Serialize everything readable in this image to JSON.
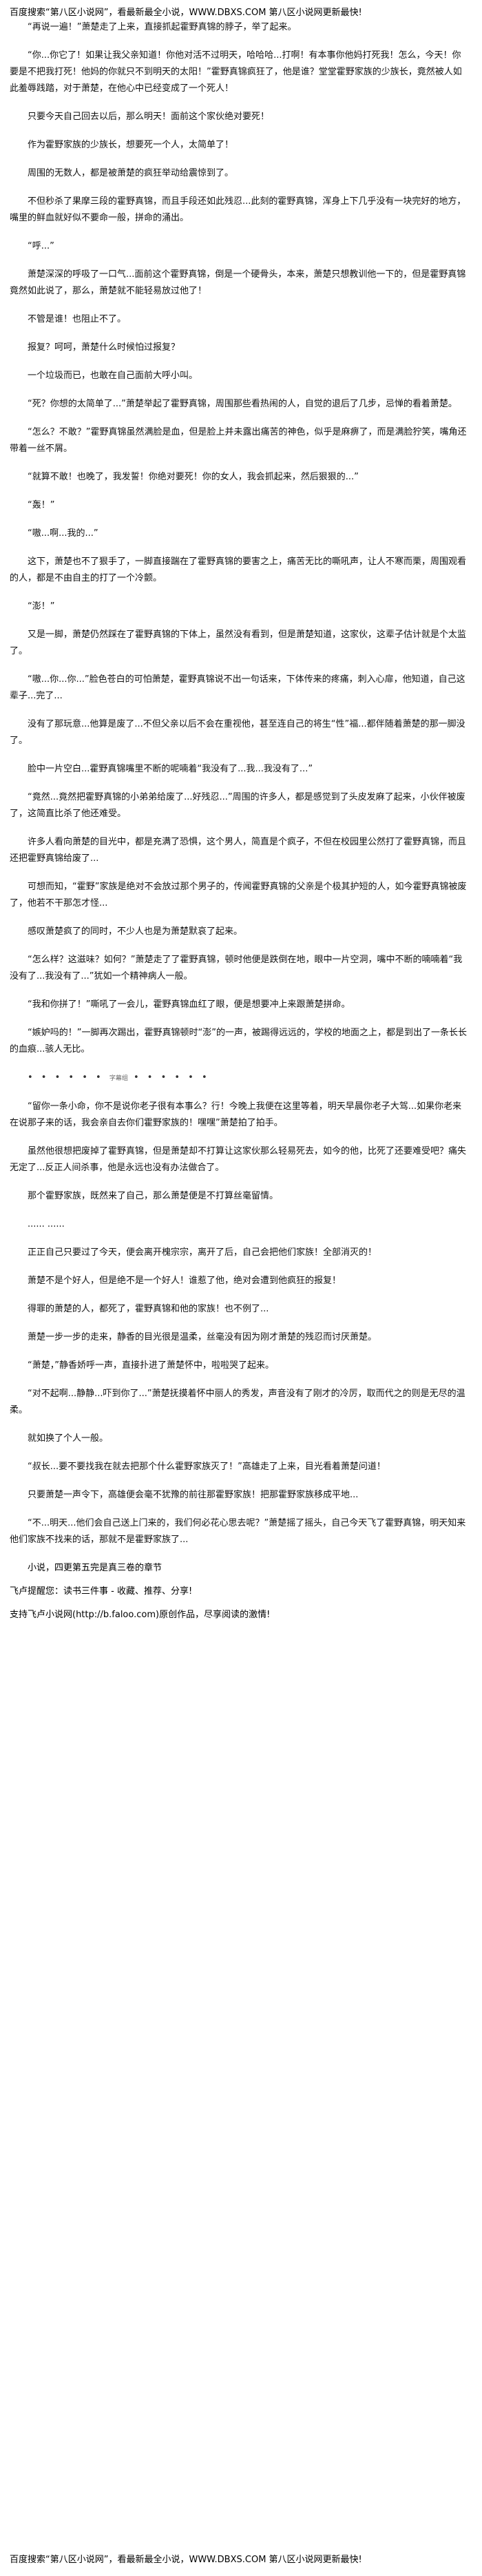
{
  "ad": {
    "top": "百度搜索“第八区小说网”，看最新最全小说，WWW.DBXS.COM  第八区小说网更新最快!",
    "bottom": "百度搜索“第八区小说网”，看最新最全小说，WWW.DBXS.COM  第八区小说网更新最快!"
  },
  "paragraphs_part1": [
    "“再说一遍！”萧楚走了上来，直接抓起霍野真锦的脖子，举了起来。",
    "“你...你它了！如果让我父亲知道！你他对活不过明天，哈哈哈...打啊！有本事你他妈打死我！怎么，今天！你要是不把我打死！他妈的你就只不到明天的太阳！”霍野真锦疯狂了，他是谁？堂堂霍野家族的少族长，竟然被人如此羞辱践踏，对于萧楚，在他心中已经变成了一个死人！",
    "只要今天自己回去以后，那么明天！面前这个家伙绝对要死！",
    "作为霍野家族的少族长，想要死一个人，太简单了！",
    "周围的无数人，都是被萧楚的疯狂举动给震惊到了。",
    "不但秒杀了果摩三段的霍野真锦，而且手段还如此残忍...此刻的霍野真锦，浑身上下几乎没有一块完好的地方，嘴里的鲜血就好似不要命一般，拼命的涌出。",
    "“呼...”",
    "萧楚深深的呼吸了一口气...面前这个霍野真锦，倒是一个硬骨头，本来，萧楚只想教训他一下的，但是霍野真锦竟然如此说了，那么，萧楚就不能轻易放过他了！",
    "不管是谁！也阻止不了。",
    "报复？呵呵，萧楚什么时候怕过报复？",
    "一个垃圾而已，也敢在自己面前大呼小叫。",
    "“死？你想的太简单了...”萧楚举起了霍野真锦，周围那些看热闹的人，自觉的退后了几步，忌惮的看着萧楚。",
    "“怎么？不敢？”霍野真锦虽然满脸是血，但是脸上并未露出痛苦的神色，似乎是麻痹了，而是满脸狞笑，嘴角还带着一丝不屑。",
    "“就算不敢！也晚了，我发誓！你绝对要死！你的女人，我会抓起来，然后狠狠的...”",
    "“轰！”",
    "“嗷...啊...我的...”",
    "这下，萧楚也不了狠手了，一脚直接踹在了霍野真锦的要害之上，痛苦无比的嘶吼声，让人不寒而栗，周围观看的人，都是不由自主的打了一个冷颤。",
    "“澎！”",
    "又是一脚，萧楚仍然踩在了霍野真锦的下体上，虽然没有看到，但是萧楚知道，这家伙，这辈子估计就是个太监了。",
    "“嗷...你...你...”脸色苍白的可怕萧楚，霍野真锦说不出一句话来，下体传来的疼痛，刺入心扉，他知道，自己这辈子...完了...",
    "没有了那玩意...他算是废了...不但父亲以后不会在重视他，甚至连自己的将生“性”福...都伴随着萧楚的那一脚没了。",
    "脸中一片空白...霍野真锦嘴里不断的呢喃着“我没有了...我...我没有了...”",
    "“竟然...竟然把霍野真锦的小弟弟给废了...好残忍...”周围的许多人，都是感觉到了头皮发麻了起来，小伙伴被废了，这简直比杀了他还难受。",
    "许多人看向萧楚的目光中，都是充满了恐惧，这个男人，简直是个疯子，不但在校园里公然打了霍野真锦，而且还把霍野真锦给废了...",
    "可想而知，“霍野”家族是绝对不会放过那个男子的，传闻霍野真锦的父亲是个极其护短的人，如今霍野真锦被废了，他若不干那怎才怪...",
    "感叹萧楚疯了的同时，不少人也是为萧楚默哀了起来。",
    "“怎么样？这滋味？如何？”萧楚走了了霍野真锦，顿时他便是跌倒在地，眼中一片空洞，嘴中不断的喃喃着“我没有了...我没有了...”犹如一个精神病人一般。",
    "“我和你拼了！”嘶吼了一会儿，霍野真锦血红了眼，便是想要冲上来跟萧楚拼命。",
    "“嫉妒吗的！”一脚再次踢出，霍野真锦顿时“澎”的一声，被踢得远远的，学校的地面之上，都是到出了一条长长的血痕...骇人无比。"
  ],
  "separator": {
    "dots_left": "• • • • • •",
    "label": "字幕组",
    "dots_right": "• • • • • •"
  },
  "paragraphs_part2": [
    "“留你一条小命，你不是说你老子很有本事么？行！今晚上我便在这里等着，明天早晨你老子大驾...如果你老来在说那子来的话，我会亲自去你们霍野家族的！嘿嘿”萧楚拍了拍手。",
    "虽然他很想把废掉了霍野真锦，但是萧楚却不打算让这家伙那么轻易死去，如今的他，比死了还要难受吧？痛失无定了...反正人间杀事，他是永远也没有办法做合了。",
    "那个霍野家族，既然来了自己，那么萧楚便是不打算丝毫留情。",
    "...... ......",
    "正正自己只要过了今天，便会离开槐宗宗，离开了后，自己会把他们家族！全部消灭的！",
    "萧楚不是个好人，但是绝不是一个好人！谁惹了他，绝对会遭到他疯狂的报复！",
    "得罪的萧楚的人，都死了，霍野真锦和他的家族！也不例了...",
    "萧楚一步一步的走来，静香的目光很是温柔，丝毫没有因为刚才萧楚的残忍而讨厌萧楚。",
    "“萧楚，”静香娇呼一声，直接扑进了萧楚怀中，啦啦哭了起来。",
    "“对不起啊...静静...吓到你了...”萧楚抚摸着怀中丽人的秀发，声音没有了刚才的冷厉，取而代之的则是无尽的温柔。",
    "就如换了个人一般。",
    "“叔长...要不要找我在就去把那个什么霍野家族灭了！”高雄走了上来，目光看着萧楚问道！",
    "只要萧楚一声令下，高雄便会毫不犹豫的前往那霍野家族！把那霍野家族移成平地...",
    "“不...明天...他们会自己送上门来的，我们何必花心思去呢？”萧楚摇了摇头，自己今天飞了霍野真锦，明天知来他们家族不找来的话，那就不是霍野家族了..."
  ],
  "chapter_end": {
    "line": "小说，四更第五完是真三卷的章节",
    "tip": "飞卢提醒您：读书三件事 - 收藏、推荐、分享!",
    "support": "支持飞卢小说网(http://b.faloo.com)原创作品，尽享阅读的激情!"
  }
}
